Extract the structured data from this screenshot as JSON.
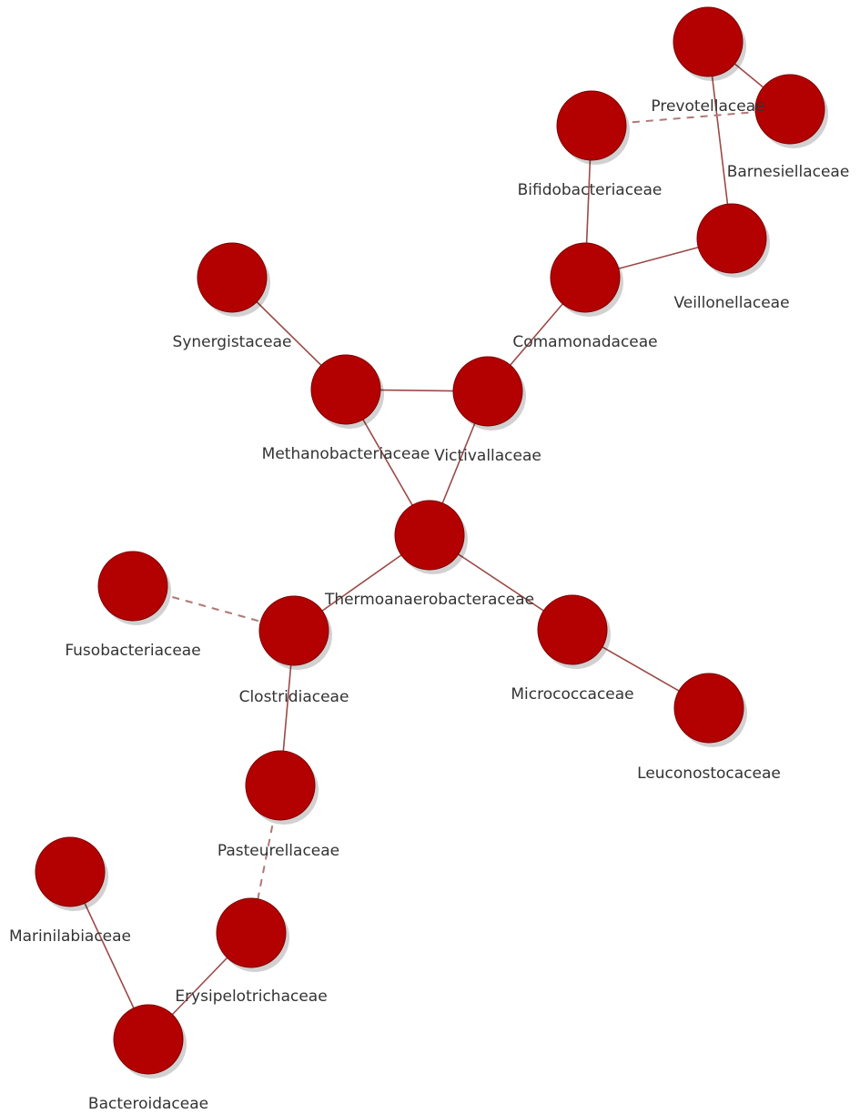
{
  "graph": {
    "node_color": "#b30000",
    "edge_color": "#9a4a48",
    "nodes": [
      {
        "id": "prevotellaceae",
        "label": "Prevotellaceae"
      },
      {
        "id": "barnesiellaceae",
        "label": "Barnesiellaceae"
      },
      {
        "id": "bifidobacteriaceae",
        "label": "Bifidobacteriaceae"
      },
      {
        "id": "veillonellaceae",
        "label": "Veillonellaceae"
      },
      {
        "id": "comamonadaceae",
        "label": "Comamonadaceae"
      },
      {
        "id": "synergistaceae",
        "label": "Synergistaceae"
      },
      {
        "id": "methanobacteriaceae",
        "label": "Methanobacteriaceae"
      },
      {
        "id": "victivallaceae",
        "label": "Victivallaceae"
      },
      {
        "id": "thermoanaerobacteraceae",
        "label": "Thermoanaerobacteraceae"
      },
      {
        "id": "fusobacteriaceae",
        "label": "Fusobacteriaceae"
      },
      {
        "id": "clostridiaceae",
        "label": "Clostridiaceae"
      },
      {
        "id": "micrococcaceae",
        "label": "Micrococcaceae"
      },
      {
        "id": "leuconostocaceae",
        "label": "Leuconostocaceae"
      },
      {
        "id": "pasteurellaceae",
        "label": "Pasteurellaceae"
      },
      {
        "id": "marinilabiaceae",
        "label": "Marinilabiaceae"
      },
      {
        "id": "erysipelotrichaceae",
        "label": "Erysipelotrichaceae"
      },
      {
        "id": "bacteroidaceae",
        "label": "Bacteroidaceae"
      }
    ],
    "edges": [
      {
        "source": "prevotellaceae",
        "target": "barnesiellaceae",
        "style": "solid"
      },
      {
        "source": "prevotellaceae",
        "target": "veillonellaceae",
        "style": "solid"
      },
      {
        "source": "bifidobacteriaceae",
        "target": "barnesiellaceae",
        "style": "dashed"
      },
      {
        "source": "bifidobacteriaceae",
        "target": "comamonadaceae",
        "style": "solid"
      },
      {
        "source": "comamonadaceae",
        "target": "veillonellaceae",
        "style": "solid"
      },
      {
        "source": "comamonadaceae",
        "target": "victivallaceae",
        "style": "solid"
      },
      {
        "source": "synergistaceae",
        "target": "methanobacteriaceae",
        "style": "solid"
      },
      {
        "source": "methanobacteriaceae",
        "target": "victivallaceae",
        "style": "solid"
      },
      {
        "source": "methanobacteriaceae",
        "target": "thermoanaerobacteraceae",
        "style": "solid"
      },
      {
        "source": "victivallaceae",
        "target": "thermoanaerobacteraceae",
        "style": "solid"
      },
      {
        "source": "thermoanaerobacteraceae",
        "target": "clostridiaceae",
        "style": "solid"
      },
      {
        "source": "thermoanaerobacteraceae",
        "target": "micrococcaceae",
        "style": "solid"
      },
      {
        "source": "micrococcaceae",
        "target": "leuconostocaceae",
        "style": "solid"
      },
      {
        "source": "fusobacteriaceae",
        "target": "clostridiaceae",
        "style": "dashed"
      },
      {
        "source": "clostridiaceae",
        "target": "pasteurellaceae",
        "style": "solid"
      },
      {
        "source": "pasteurellaceae",
        "target": "erysipelotrichaceae",
        "style": "dashed"
      },
      {
        "source": "erysipelotrichaceae",
        "target": "bacteroidaceae",
        "style": "solid"
      },
      {
        "source": "marinilabiaceae",
        "target": "bacteroidaceae",
        "style": "solid"
      }
    ]
  }
}
